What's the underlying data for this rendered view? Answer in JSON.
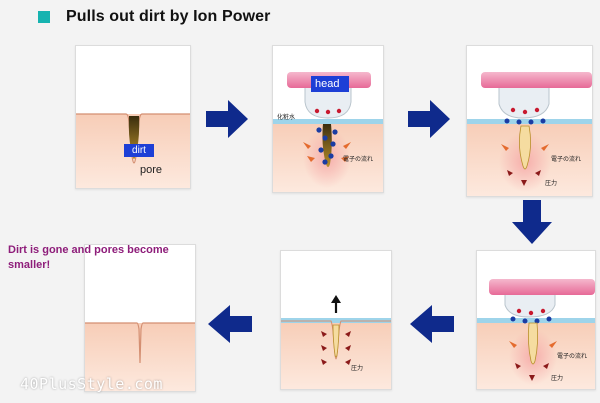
{
  "title": "Pulls out dirt by Ion Power",
  "accent_color": "#16b3b0",
  "arrow_color": "#0f2a8c",
  "labels": {
    "dirt": "dirt",
    "pore": "pore",
    "head": "head"
  },
  "japanese_labels": {
    "toner": "化粧水",
    "electron_flow": "電子の流れ",
    "pressure": "圧力"
  },
  "caption": "Dirt is gone and pores become smaller!",
  "watermark": "40PlusStyle.com",
  "icons": [
    "arrow-right-icon",
    "arrow-down-icon",
    "arrow-left-icon"
  ]
}
